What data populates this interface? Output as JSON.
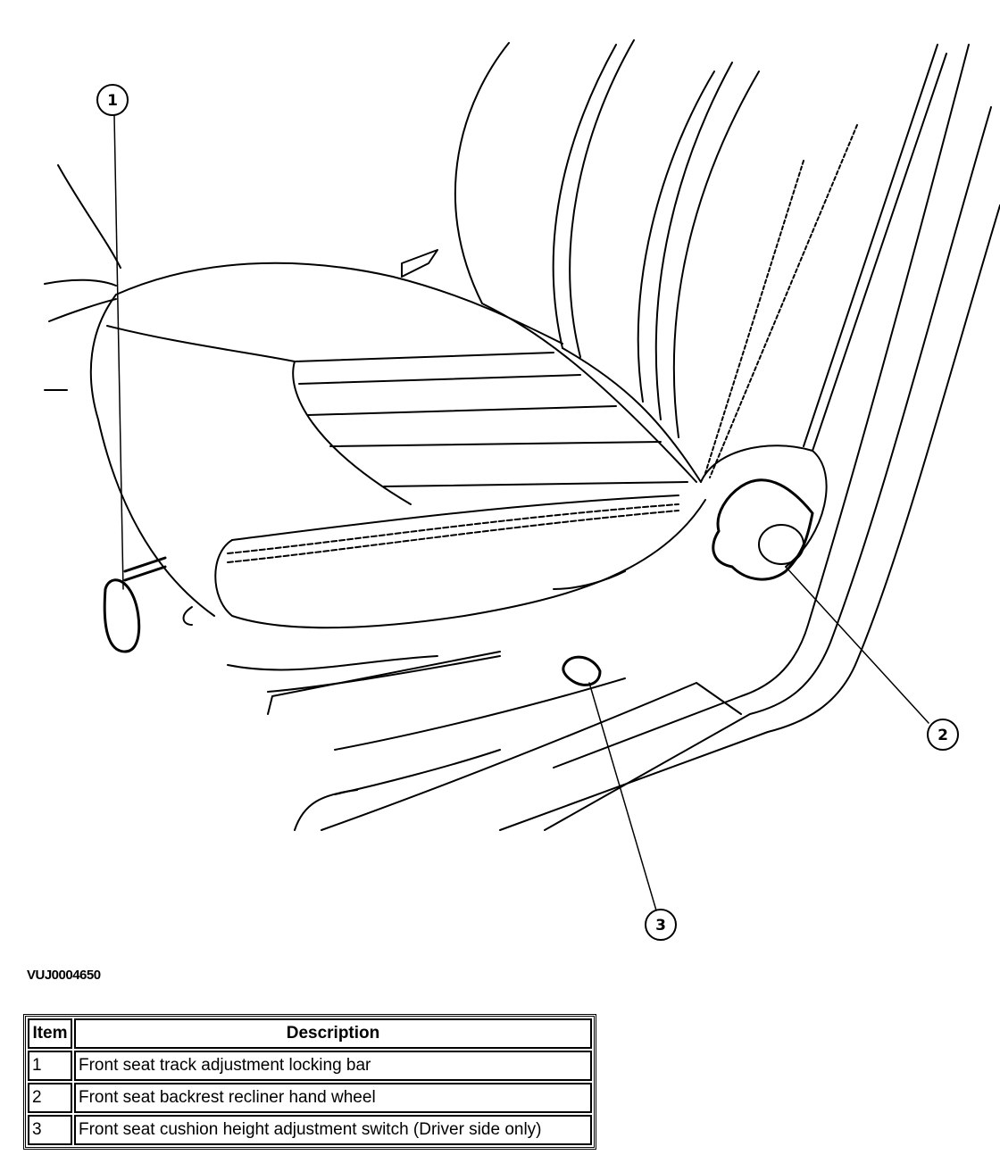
{
  "figure": {
    "id": "VUJ0004650",
    "callouts": [
      {
        "number": "1"
      },
      {
        "number": "2"
      },
      {
        "number": "3"
      }
    ]
  },
  "legend": {
    "headers": {
      "item": "Item",
      "description": "Description"
    },
    "rows": [
      {
        "item": "1",
        "description": "Front seat track adjustment locking bar"
      },
      {
        "item": "2",
        "description": "Front seat backrest recliner hand wheel"
      },
      {
        "item": "3",
        "description": "Front seat cushion height adjustment switch (Driver side only)"
      }
    ]
  }
}
